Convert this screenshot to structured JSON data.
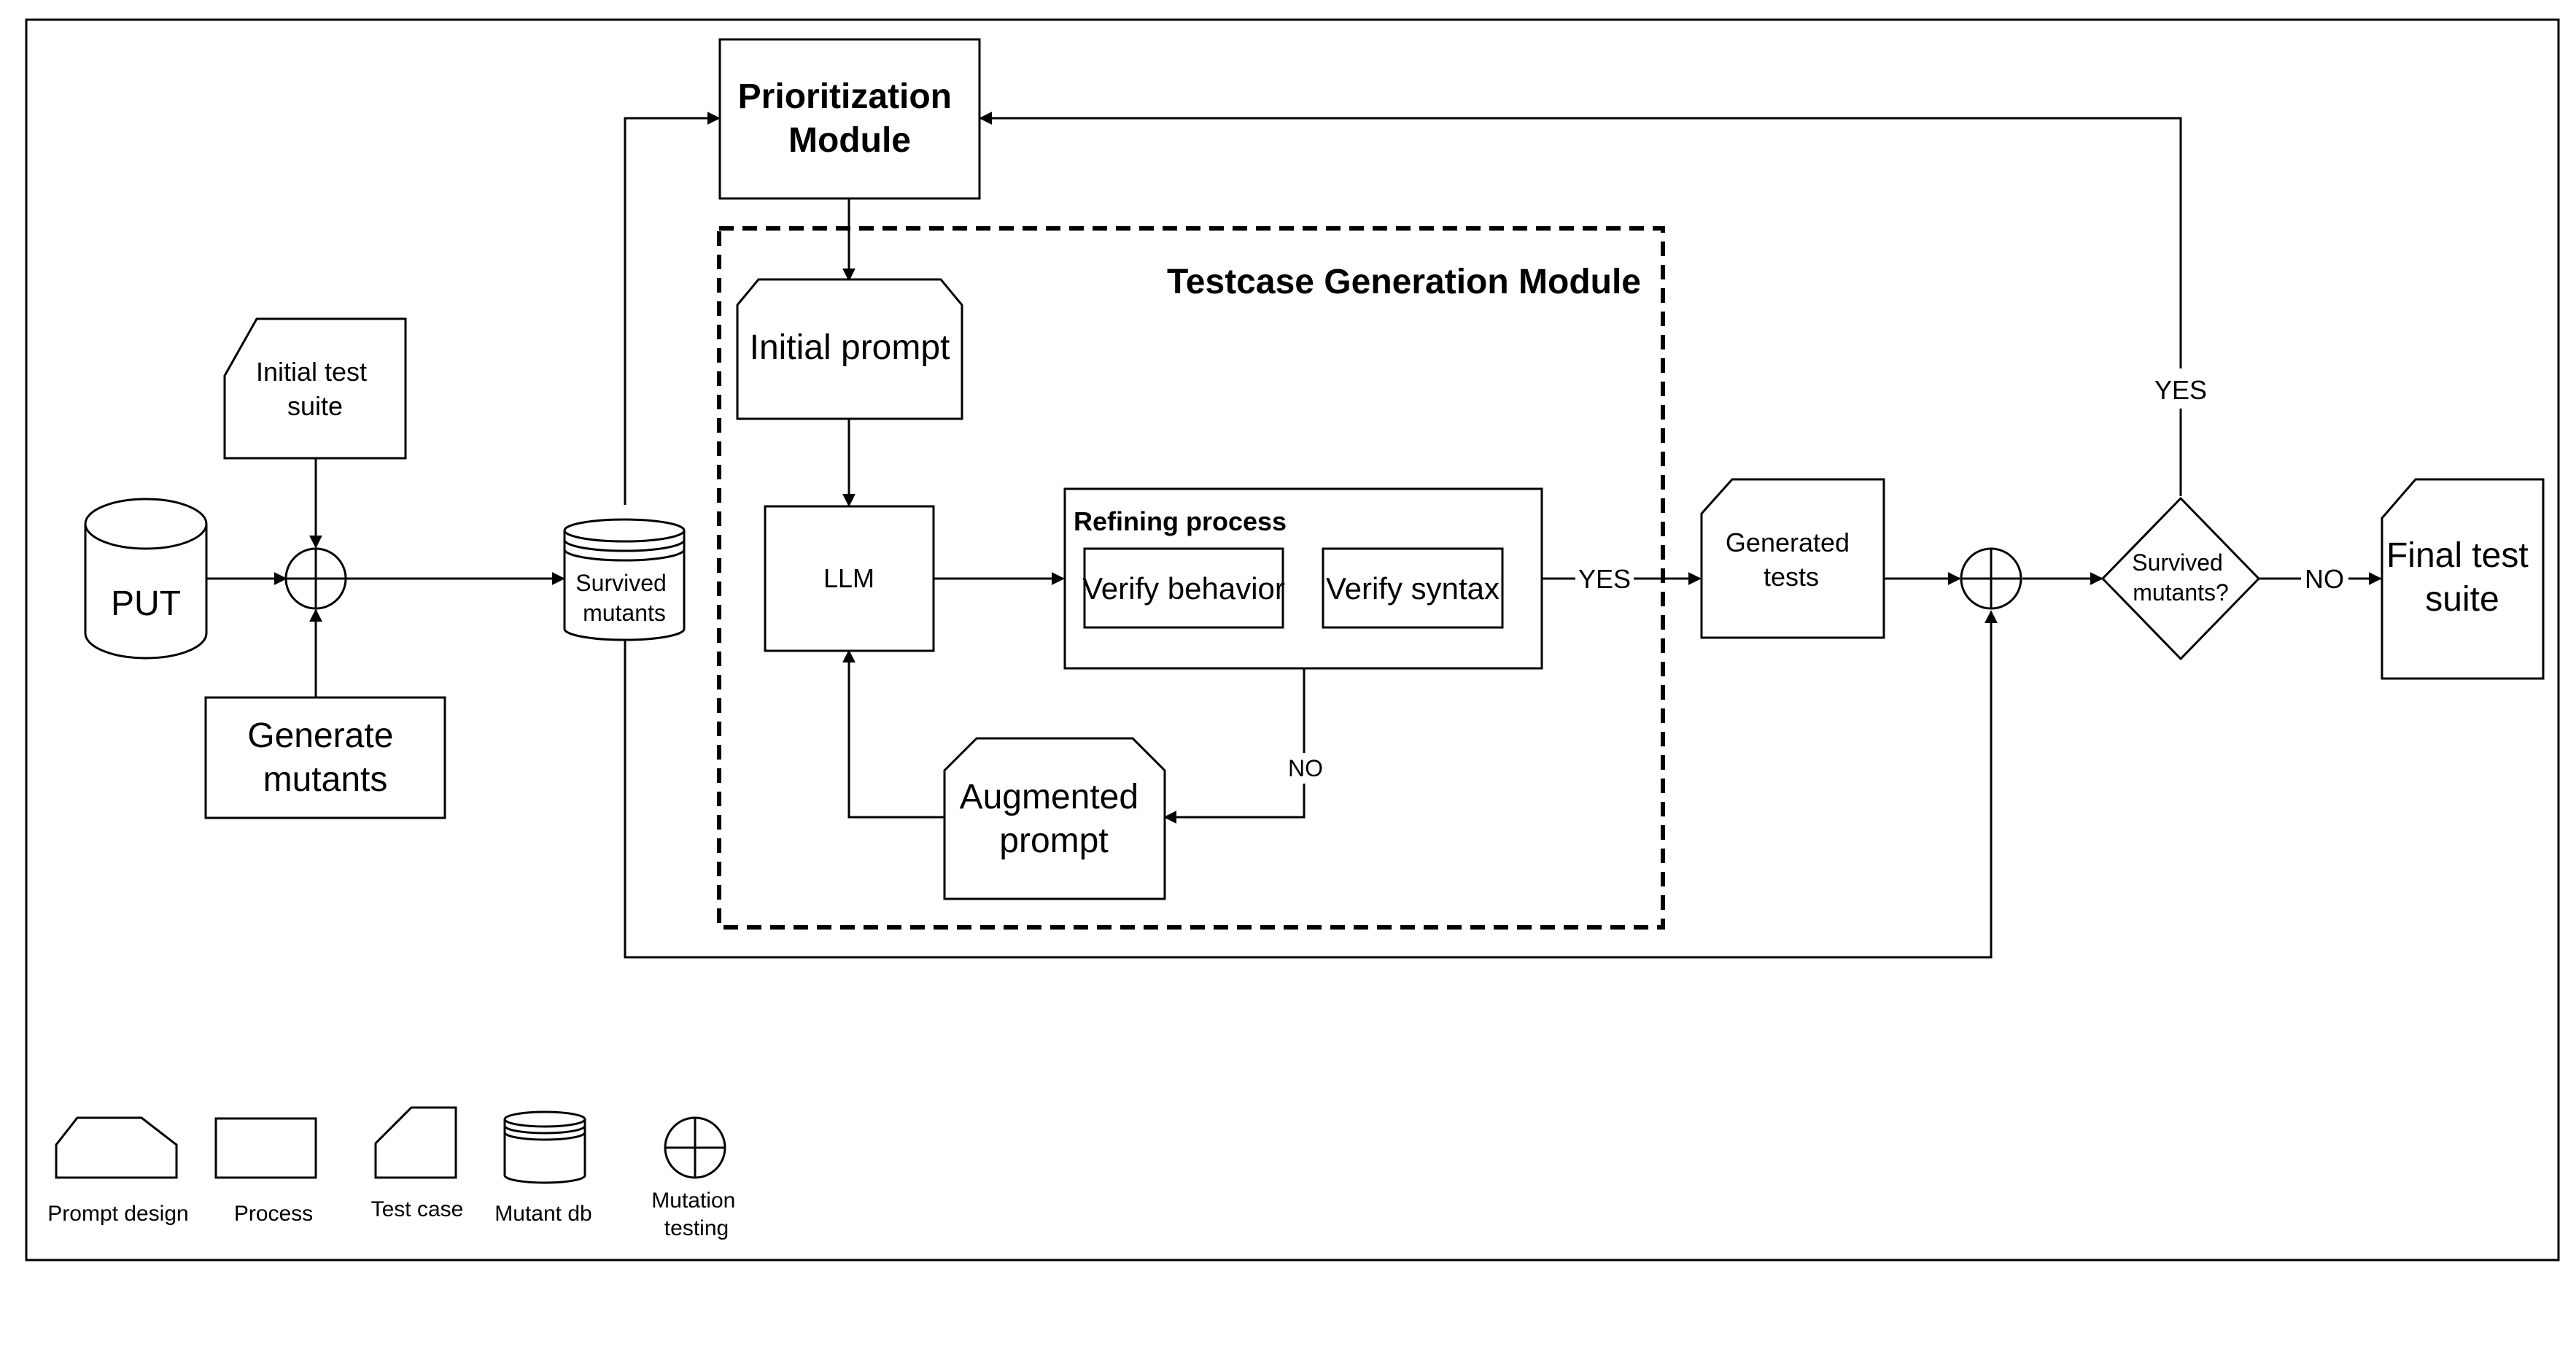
{
  "nodes": {
    "put": "PUT",
    "initial_test_suite": [
      "Initial test",
      "suite"
    ],
    "generate_mutants": [
      "Generate",
      "mutants"
    ],
    "survived_mutants_db": [
      "Survived",
      "mutants"
    ],
    "prioritization_module": [
      "Prioritization",
      "Module"
    ],
    "testcase_generation_module": "Testcase Generation Module",
    "initial_prompt": "Initial prompt",
    "llm": "LLM",
    "refining_process": "Refining process",
    "verify_behavior": "Verify behavior",
    "verify_syntax": "Verify syntax",
    "augmented_prompt": [
      "Augmented",
      "prompt"
    ],
    "generated_tests": [
      "Generated",
      "tests"
    ],
    "survived_mutants_decision": [
      "Survived",
      "mutants?"
    ],
    "final_test_suite": [
      "Final test",
      "suite"
    ]
  },
  "edge_labels": {
    "refine_yes": "YES",
    "refine_no": "NO",
    "decision_yes": "YES",
    "decision_no": "NO"
  },
  "legend": {
    "prompt_design": "Prompt design",
    "process": "Process",
    "test_case": "Test case",
    "mutant_db": "Mutant db",
    "mutation_testing": [
      "Mutation",
      "testing"
    ]
  }
}
